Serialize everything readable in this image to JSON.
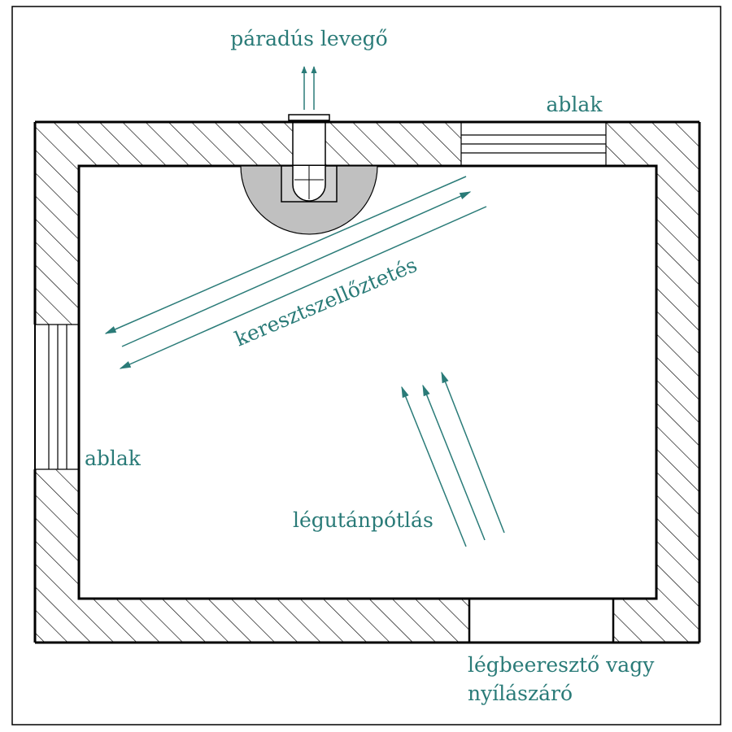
{
  "labels": {
    "humid_air": "páradús levegő",
    "window_top": "ablak",
    "window_left": "ablak",
    "cross_ventilation": "keresztszellőztetés",
    "air_replacement": "légutánpótlás",
    "inlet_line1": "légbeeresztő vagy",
    "inlet_line2": "nyílászáró"
  },
  "colors": {
    "label": "#2a7b78",
    "arrow": "#2a7b78",
    "wall_line": "#000000",
    "fan_fill": "#c0c0c0"
  }
}
